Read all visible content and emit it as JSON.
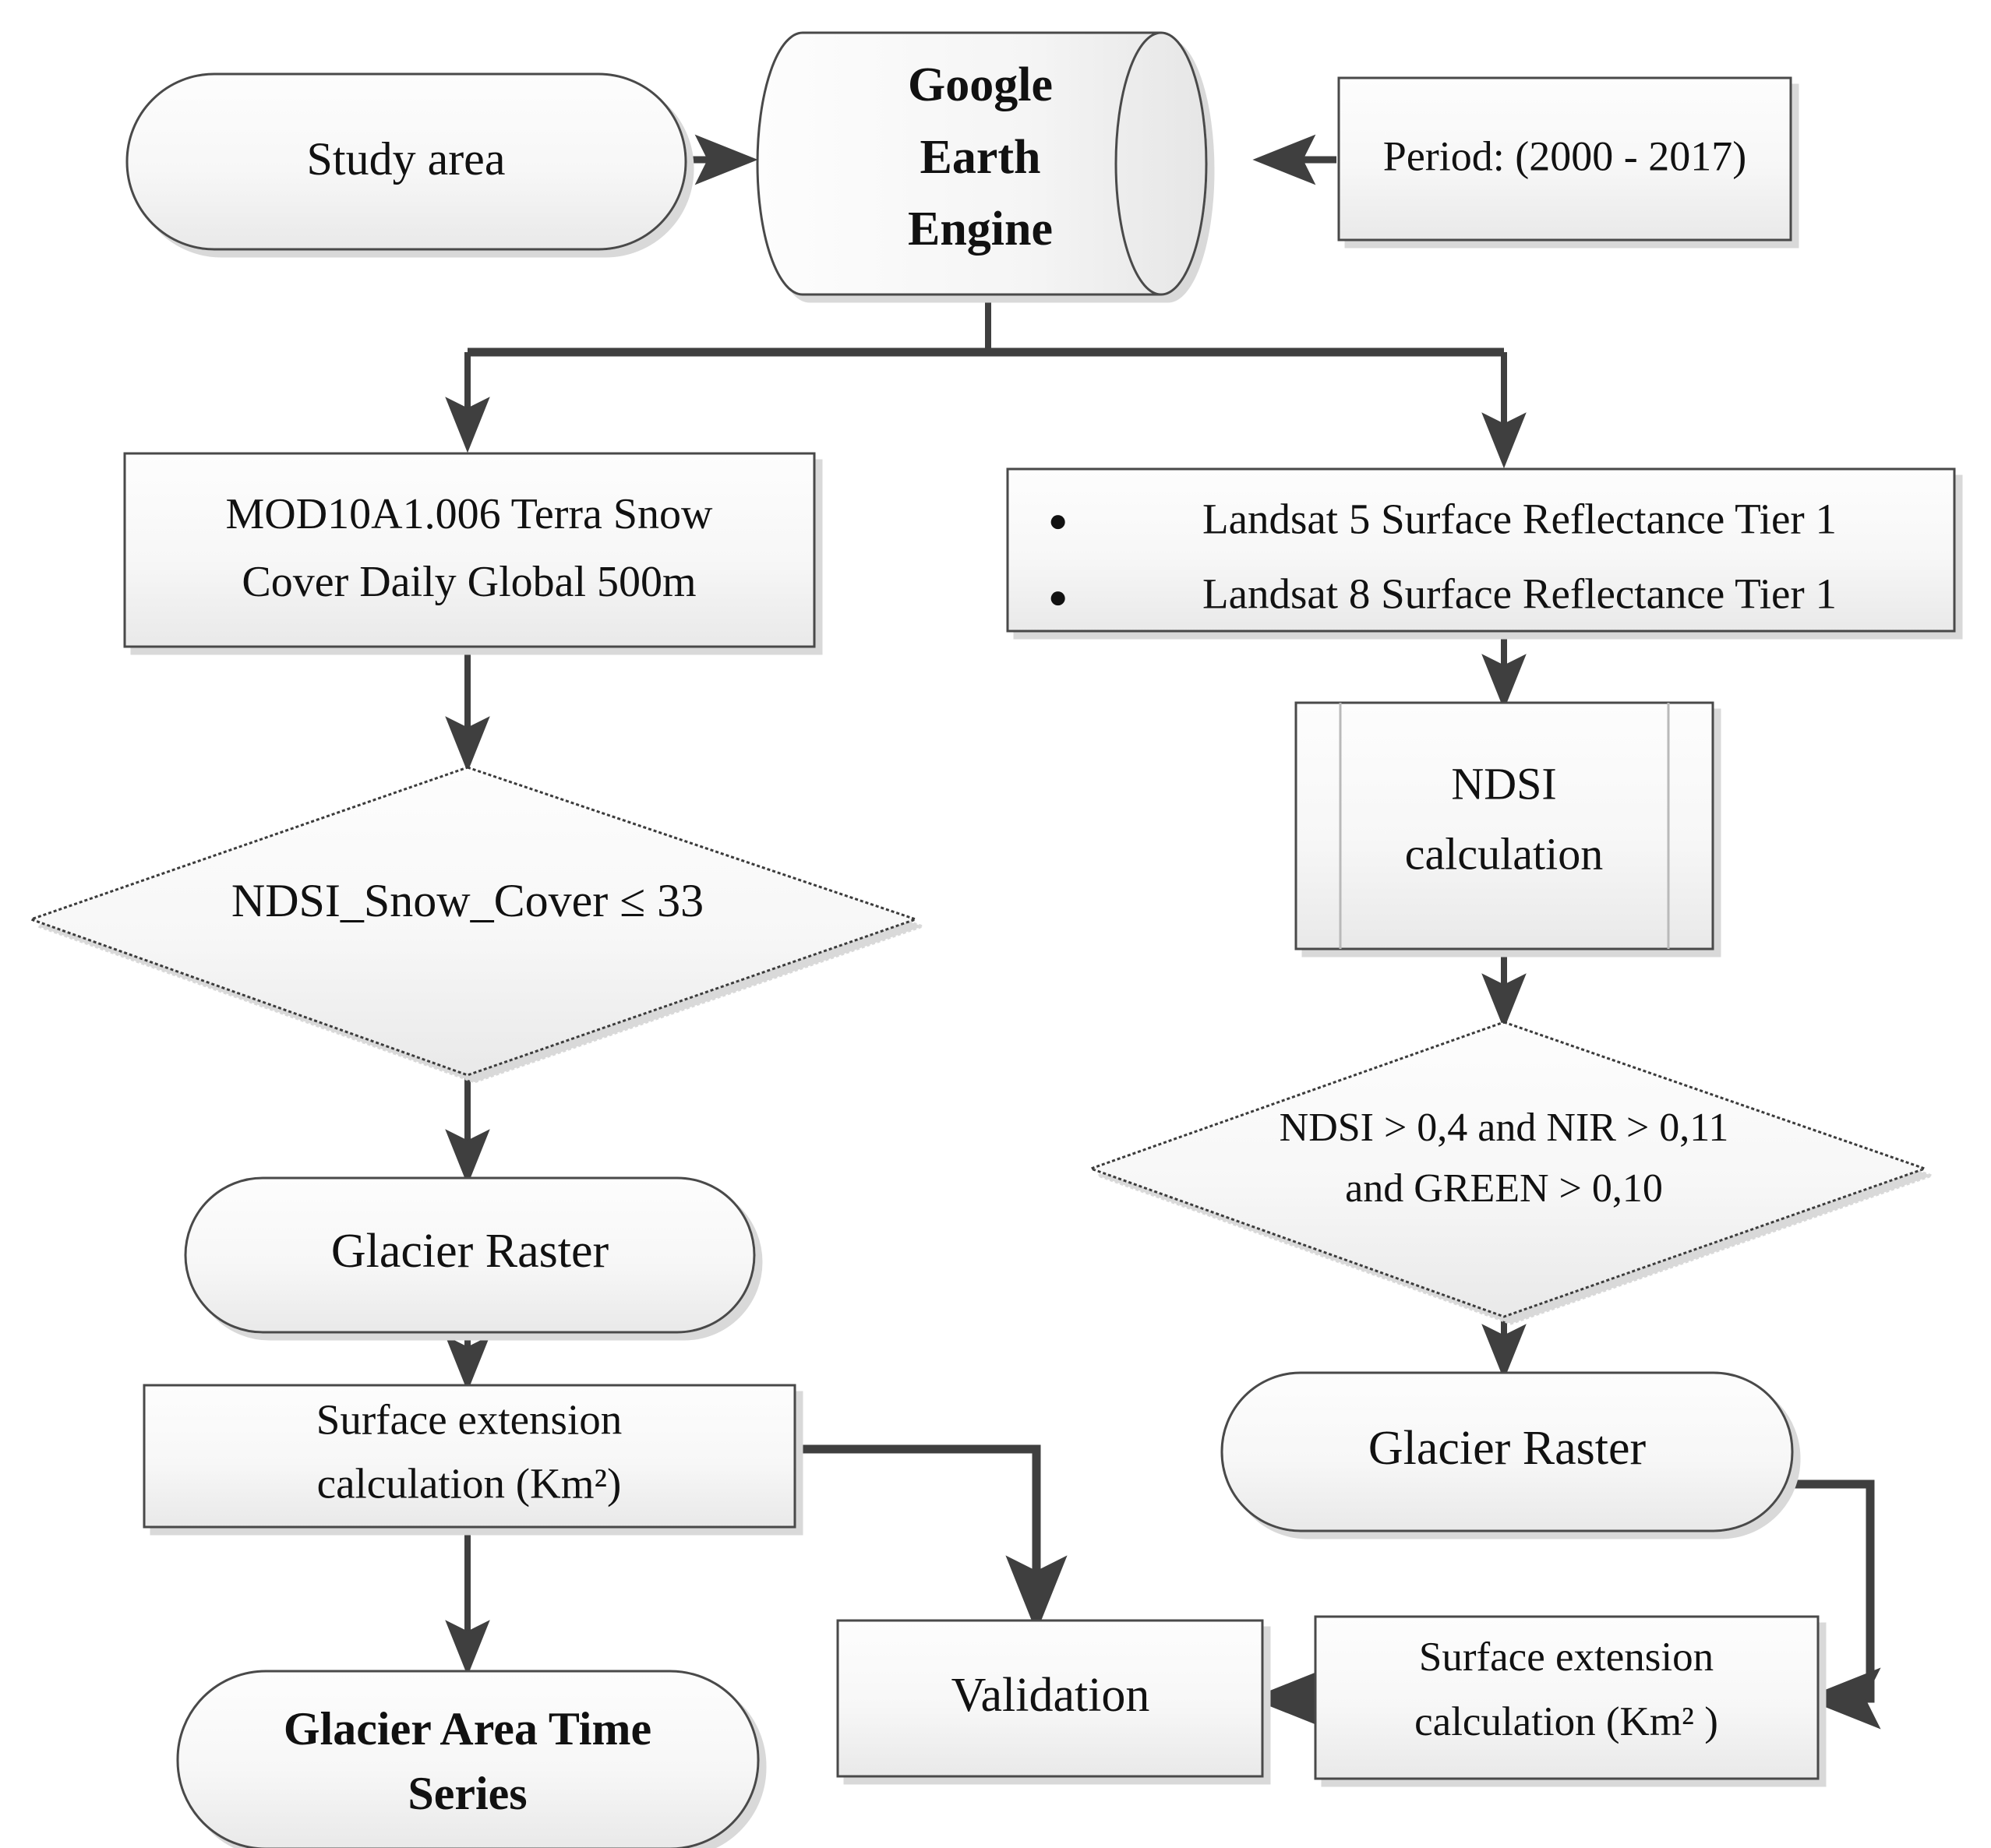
{
  "diagram": {
    "title": "Glacier mapping methodology flowchart",
    "type": "flowchart",
    "colors": {
      "shape_fill_light": "#fbfbfb",
      "shape_fill_dark": "#eceaea",
      "shape_stroke": "#3f3f3f",
      "connector": "#3f3f3f",
      "text": "#111111",
      "background": "#ffffff"
    },
    "nodes": {
      "study_area": {
        "label": "Study area",
        "shape": "terminator-rounded",
        "bold": false
      },
      "gee": {
        "label_line1": "Google",
        "label_line2": "Earth",
        "label_line3": "Engine",
        "shape": "cylinder",
        "bold": true
      },
      "period": {
        "label": "Period: (2000 - 2017)",
        "shape": "rectangle",
        "bold": false
      },
      "mod10a1": {
        "label_line1": "MOD10A1.006 Terra Snow",
        "label_line2": "Cover Daily Global 500m",
        "shape": "rectangle",
        "bold": false
      },
      "landsat": {
        "shape": "rectangle-bulleted",
        "bullet_glyph": "●",
        "items": [
          "Landsat 5 Surface Reflectance Tier 1",
          "Landsat 8 Surface Reflectance Tier 1"
        ]
      },
      "ndsi_calc": {
        "label_line1": "NDSI",
        "label_line2": "calculation",
        "shape": "predefined-process",
        "bold": false
      },
      "decision_left": {
        "label": "NDSI_Snow_Cover ≤ 33",
        "shape": "diamond",
        "bold": false
      },
      "decision_right": {
        "label_line1": "NDSI > 0,4 and NIR > 0,11",
        "label_line2": "and GREEN > 0,10",
        "shape": "diamond",
        "bold": false
      },
      "glacier_raster_left": {
        "label": "Glacier Raster",
        "shape": "terminator-rounded",
        "bold": false
      },
      "glacier_raster_right": {
        "label": "Glacier Raster",
        "shape": "terminator-rounded",
        "bold": false
      },
      "surface_ext_left": {
        "label_line1": "Surface extension",
        "label_line2": "calculation (Km²)",
        "shape": "rectangle",
        "bold": false
      },
      "surface_ext_right": {
        "label_line1": "Surface extension",
        "label_line2": "calculation (Km² )",
        "shape": "rectangle",
        "bold": false
      },
      "glacier_area_ts": {
        "label_line1": "Glacier Area Time",
        "label_line2": "Series",
        "shape": "terminator-rounded",
        "bold": true
      },
      "validation": {
        "label": "Validation",
        "shape": "rectangle",
        "bold": false
      }
    },
    "edges": [
      {
        "from": "study_area",
        "to": "gee",
        "direction": "right"
      },
      {
        "from": "period",
        "to": "gee",
        "direction": "left"
      },
      {
        "from": "gee",
        "to": "mod10a1",
        "direction": "down-split-left"
      },
      {
        "from": "gee",
        "to": "landsat",
        "direction": "down-split-right"
      },
      {
        "from": "mod10a1",
        "to": "decision_left",
        "direction": "down"
      },
      {
        "from": "landsat",
        "to": "ndsi_calc",
        "direction": "down"
      },
      {
        "from": "decision_left",
        "to": "glacier_raster_left",
        "direction": "down"
      },
      {
        "from": "ndsi_calc",
        "to": "decision_right",
        "direction": "down"
      },
      {
        "from": "glacier_raster_left",
        "to": "surface_ext_left",
        "direction": "down"
      },
      {
        "from": "decision_right",
        "to": "glacier_raster_right",
        "direction": "down"
      },
      {
        "from": "surface_ext_left",
        "to": "glacier_area_ts",
        "direction": "down"
      },
      {
        "from": "surface_ext_left",
        "to": "validation",
        "direction": "right-then-down"
      },
      {
        "from": "glacier_raster_right",
        "to": "surface_ext_right",
        "direction": "right-then-down-left"
      },
      {
        "from": "surface_ext_right",
        "to": "validation",
        "direction": "left"
      }
    ]
  }
}
